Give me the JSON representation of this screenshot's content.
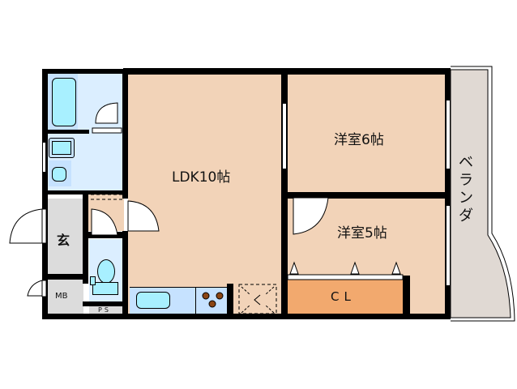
{
  "plan": {
    "rooms": {
      "ldk": {
        "label": "LDK10帖"
      },
      "western6": {
        "label": "洋室6帖"
      },
      "western5": {
        "label": "洋室5帖"
      },
      "closet": {
        "label": "CL"
      },
      "entrance": {
        "label": "玄"
      },
      "meter_box": {
        "label": "MB"
      },
      "pipe_space": {
        "label": "PS"
      },
      "balcony": {
        "label": "ベランダ"
      }
    },
    "colors": {
      "wood_floor": "#f2d3b8",
      "wet_area": "#dbeeff",
      "fixture": "#a8f0ff",
      "gray_area": "#dcdcdc",
      "closet": "#f2a96e",
      "balcony": "#e0d9d3",
      "stove_burner": "#8b4513",
      "wall": "#000000"
    }
  }
}
